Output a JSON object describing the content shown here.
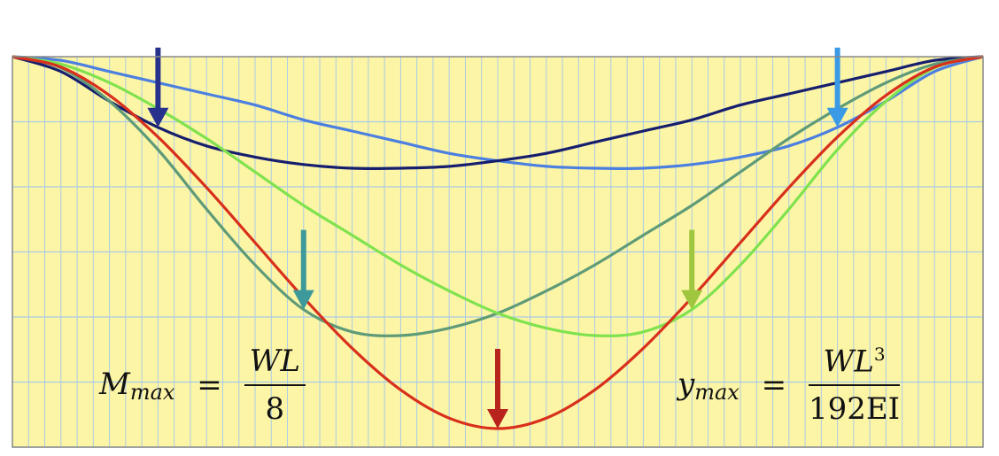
{
  "chart_data": {
    "type": "line",
    "xlim": [
      0,
      1
    ],
    "ylim": [
      -1.05,
      0
    ],
    "grid": true,
    "colors": {
      "background": "#fdf5a6",
      "grid": "#a9cbe6",
      "red": "#d8301c",
      "green": "#7fe24e",
      "teal": "#5f9b78",
      "navy": "#161e6e",
      "blue": "#4b7fe0",
      "arrow_navy": "#27328c",
      "arrow_blue": "#3a9ae6",
      "arrow_teal": "#3e9a9a",
      "arrow_green": "#9fc63e",
      "arrow_red": "#b8231c"
    },
    "series": [
      {
        "key": "red",
        "color": "#d8301c",
        "load_at": 0.5,
        "x": [
          0,
          0.05,
          0.1,
          0.15,
          0.2,
          0.25,
          0.3,
          0.35,
          0.4,
          0.45,
          0.5,
          0.55,
          0.6,
          0.65,
          0.7,
          0.75,
          0.8,
          0.85,
          0.9,
          0.95,
          1
        ],
        "y": [
          0,
          -0.028,
          -0.104,
          -0.216,
          -0.352,
          -0.5,
          -0.648,
          -0.784,
          -0.896,
          -0.972,
          -1.0,
          -0.972,
          -0.896,
          -0.784,
          -0.648,
          -0.5,
          -0.352,
          -0.216,
          -0.104,
          -0.028,
          0
        ]
      },
      {
        "key": "green",
        "color": "#7fe24e",
        "load_at": 0.7,
        "x": [
          0,
          0.05,
          0.1,
          0.15,
          0.2,
          0.25,
          0.3,
          0.35,
          0.4,
          0.45,
          0.5,
          0.55,
          0.6,
          0.65,
          0.7,
          0.75,
          0.8,
          0.85,
          0.9,
          0.95,
          1
        ],
        "y": [
          0,
          -0.02,
          -0.07,
          -0.14,
          -0.22,
          -0.31,
          -0.4,
          -0.48,
          -0.56,
          -0.63,
          -0.69,
          -0.73,
          -0.75,
          -0.74,
          -0.68,
          -0.56,
          -0.41,
          -0.25,
          -0.12,
          -0.03,
          0
        ]
      },
      {
        "key": "teal",
        "color": "#5f9b78",
        "load_at": 0.3,
        "x": [
          0,
          0.05,
          0.1,
          0.15,
          0.2,
          0.25,
          0.3,
          0.35,
          0.4,
          0.45,
          0.5,
          0.55,
          0.6,
          0.65,
          0.7,
          0.75,
          0.8,
          0.85,
          0.9,
          0.95,
          1
        ],
        "y": [
          0,
          -0.03,
          -0.12,
          -0.25,
          -0.41,
          -0.56,
          -0.68,
          -0.74,
          -0.75,
          -0.73,
          -0.69,
          -0.63,
          -0.56,
          -0.48,
          -0.4,
          -0.31,
          -0.22,
          -0.14,
          -0.07,
          -0.02,
          0
        ]
      },
      {
        "key": "navy",
        "color": "#161e6e",
        "load_at": 0.15,
        "x": [
          0,
          0.05,
          0.1,
          0.15,
          0.2,
          0.25,
          0.3,
          0.35,
          0.4,
          0.45,
          0.5,
          0.55,
          0.6,
          0.65,
          0.7,
          0.75,
          0.8,
          0.85,
          0.9,
          0.95,
          1
        ],
        "y": [
          0,
          -0.04,
          -0.12,
          -0.19,
          -0.24,
          -0.27,
          -0.29,
          -0.3,
          -0.3,
          -0.295,
          -0.28,
          -0.26,
          -0.23,
          -0.2,
          -0.17,
          -0.13,
          -0.1,
          -0.07,
          -0.04,
          -0.01,
          0
        ]
      },
      {
        "key": "blue",
        "color": "#4b7fe0",
        "load_at": 0.85,
        "x": [
          0,
          0.05,
          0.1,
          0.15,
          0.2,
          0.25,
          0.3,
          0.35,
          0.4,
          0.45,
          0.5,
          0.55,
          0.6,
          0.65,
          0.7,
          0.75,
          0.8,
          0.85,
          0.9,
          0.95,
          1
        ],
        "y": [
          0,
          -0.01,
          -0.04,
          -0.07,
          -0.1,
          -0.13,
          -0.17,
          -0.2,
          -0.23,
          -0.26,
          -0.28,
          -0.295,
          -0.3,
          -0.3,
          -0.29,
          -0.27,
          -0.24,
          -0.19,
          -0.12,
          -0.04,
          0
        ]
      }
    ],
    "load_arrows": [
      {
        "key": "navy-arrow",
        "color": "#27328c",
        "x": 0.15,
        "y_tip": -0.19
      },
      {
        "key": "blue-arrow",
        "color": "#3a9ae6",
        "x": 0.85,
        "y_tip": -0.19
      },
      {
        "key": "teal-arrow",
        "color": "#3e9a9a",
        "x": 0.3,
        "y_tip": -0.68
      },
      {
        "key": "green-arrow",
        "color": "#9fc63e",
        "x": 0.7,
        "y_tip": -0.68
      },
      {
        "key": "red-arrow",
        "color": "#b8231c",
        "x": 0.5,
        "y_tip": -1.0
      }
    ]
  },
  "formulas": {
    "moment": {
      "lhs": "M",
      "lhs_sub": "max",
      "eq": "=",
      "num": "WL",
      "den": "8"
    },
    "deflection": {
      "lhs": "y",
      "lhs_sub": "max",
      "eq": "=",
      "num": "WL",
      "num_sup": "3",
      "den": "192EI"
    }
  }
}
